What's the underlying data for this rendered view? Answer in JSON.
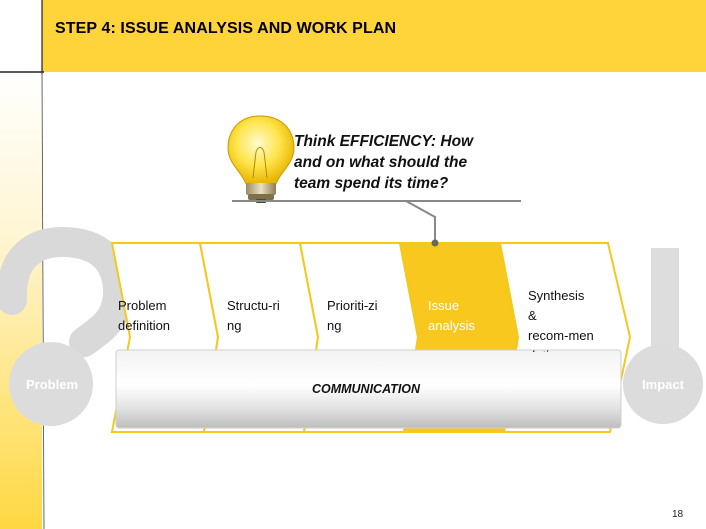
{
  "slide": {
    "title": "STEP 4:  ISSUE ANALYSIS AND WORK PLAN",
    "callout_text": "Think EFFICIENCY: How\nand on what should the\nteam spend its time?",
    "steps": [
      {
        "label": "Problem\ndefinition",
        "active": false
      },
      {
        "label": "Structu-ri\nng",
        "active": false
      },
      {
        "label": "Prioriti-zi\nng",
        "active": false
      },
      {
        "label": "Issue\nanalysis",
        "active": true
      },
      {
        "label": "Synthesis\n&\nrecom-men\ndations",
        "active": false
      }
    ],
    "communication_label": "COMMUNICATION",
    "left_label": "Problem",
    "right_label": "Impact",
    "page_number": "18",
    "colors": {
      "brand_yellow": "#FFD43A",
      "active_step": "#F8C81E",
      "step_border": "#F4C81C",
      "gray_symbol": "#DADADA"
    },
    "icons": {
      "bulb": "light-bulb-icon",
      "left_symbol": "question-mark-icon",
      "right_symbol": "exclamation-mark-icon"
    }
  }
}
